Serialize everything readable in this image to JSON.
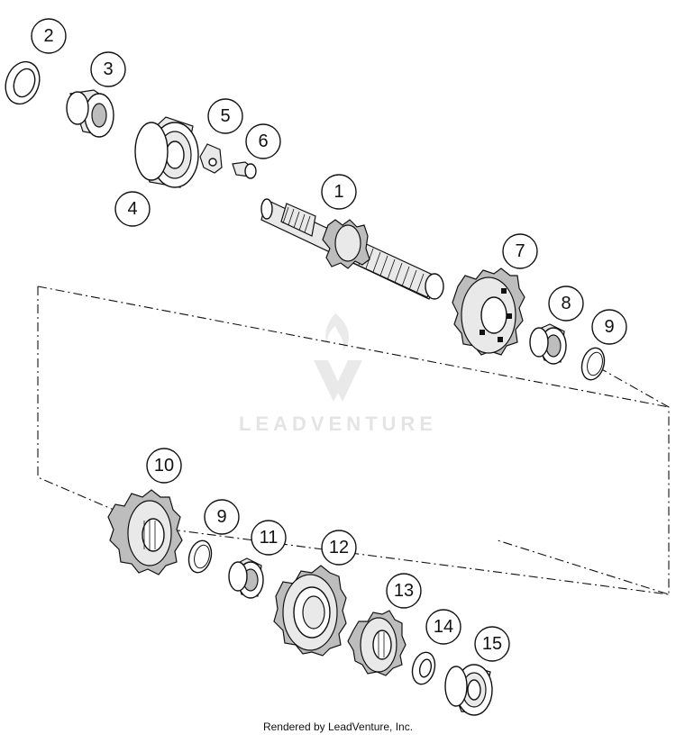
{
  "watermark": {
    "text": "LEADVENTURE"
  },
  "footer": {
    "text": "Rendered by LeadVenture, Inc."
  },
  "callouts": [
    {
      "id": "c2",
      "label": "2"
    },
    {
      "id": "c3",
      "label": "3"
    },
    {
      "id": "c4",
      "label": "4"
    },
    {
      "id": "c5",
      "label": "5"
    },
    {
      "id": "c6",
      "label": "6"
    },
    {
      "id": "c1",
      "label": "1"
    },
    {
      "id": "c7",
      "label": "7"
    },
    {
      "id": "c8",
      "label": "8"
    },
    {
      "id": "c9a",
      "label": "9"
    },
    {
      "id": "c10",
      "label": "10"
    },
    {
      "id": "c9b",
      "label": "9"
    },
    {
      "id": "c11",
      "label": "11"
    },
    {
      "id": "c12",
      "label": "12"
    },
    {
      "id": "c13",
      "label": "13"
    },
    {
      "id": "c14",
      "label": "14"
    },
    {
      "id": "c15",
      "label": "15"
    }
  ]
}
